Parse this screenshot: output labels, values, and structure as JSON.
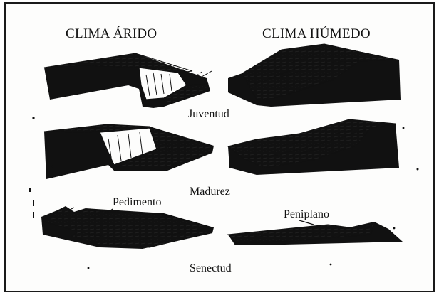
{
  "columns": {
    "left": "CLIMA ÁRIDO",
    "right": "CLIMA HÚMEDO"
  },
  "stages": [
    "Juventud",
    "Madurez",
    "Senectud"
  ],
  "annotations": {
    "left_bottom": "Pedimento",
    "right_bottom": "Peniplano"
  },
  "colors": {
    "ink": "#111111",
    "paper": "#fdfdfc",
    "frame": "#1a1a1a"
  }
}
